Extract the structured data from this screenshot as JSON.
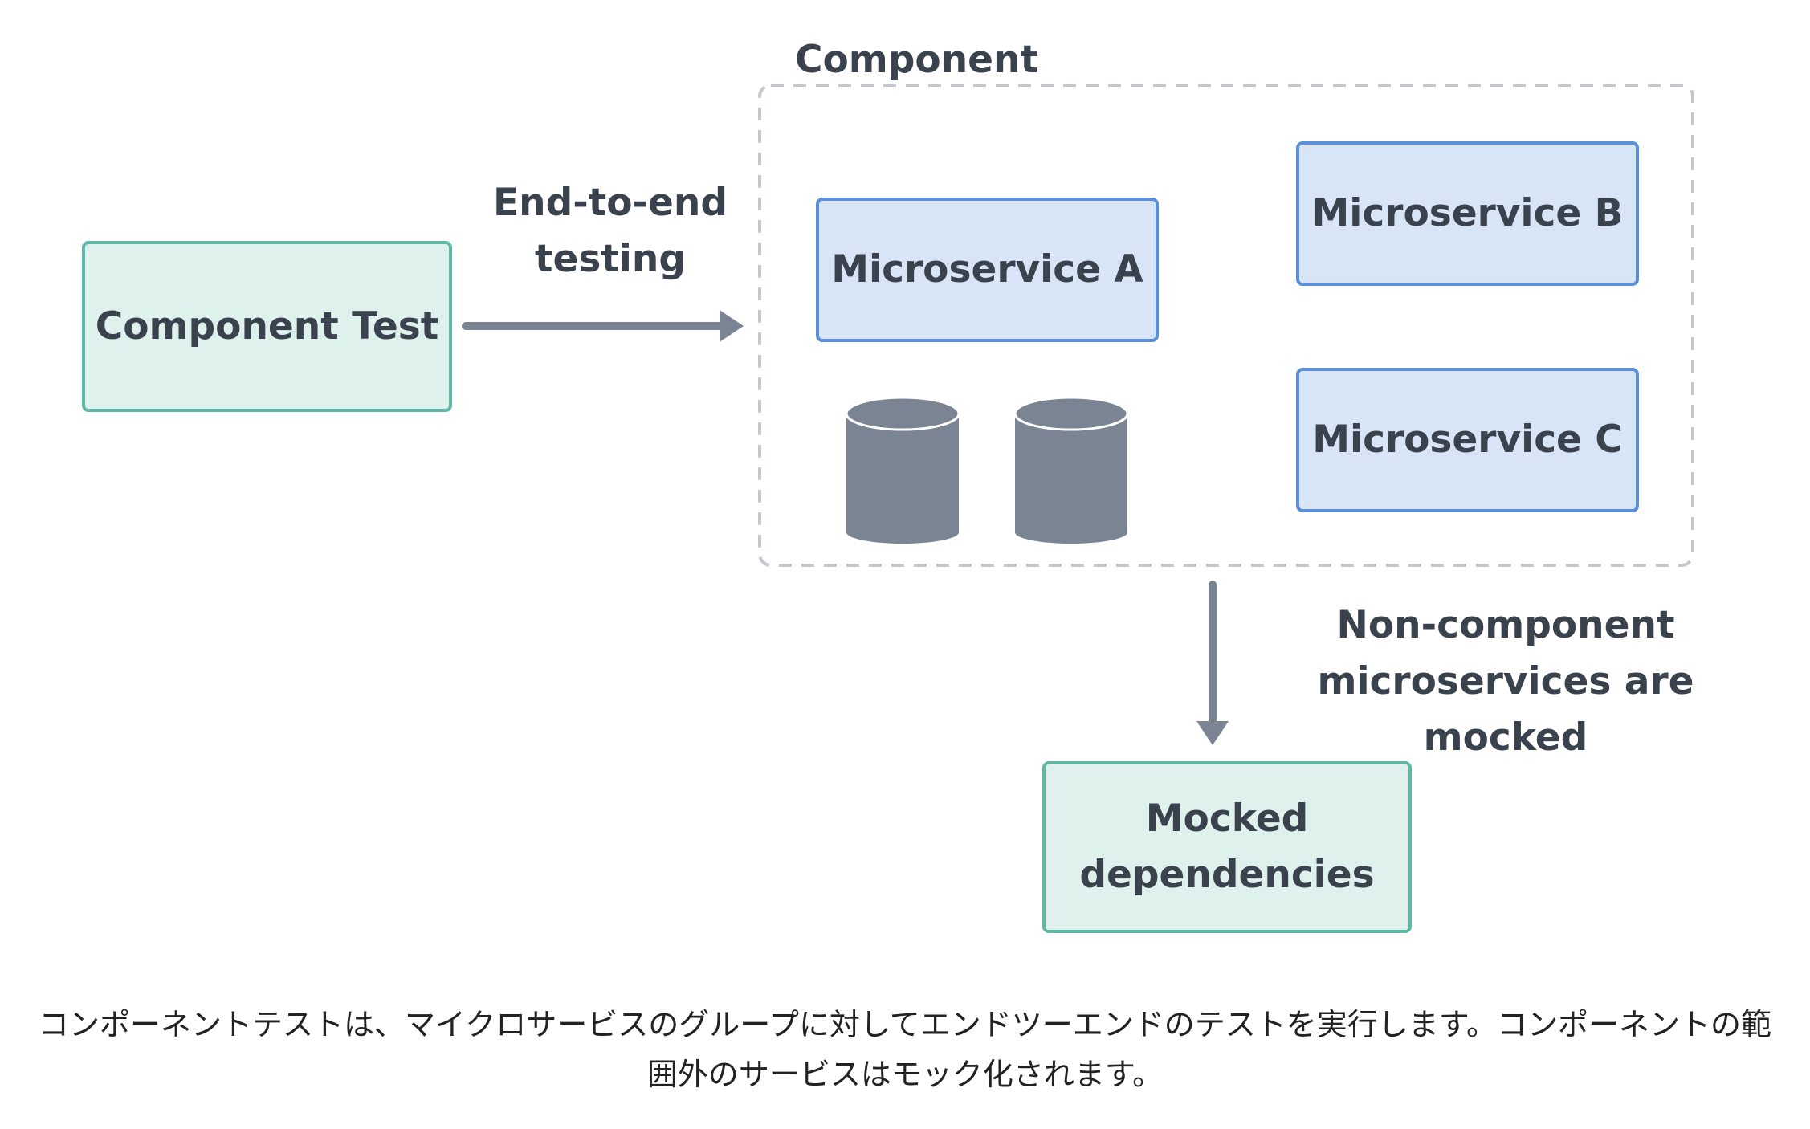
{
  "diagram": {
    "group_label": "Component",
    "component_test": "Component Test",
    "edge_label_line1": "End-to-end",
    "edge_label_line2": "testing",
    "microservice_a": "Microservice A",
    "microservice_b": "Microservice B",
    "microservice_c": "Microservice C",
    "mock_label_line1": "Non-component",
    "mock_label_line2": "microservices are mocked",
    "mocked_line1": "Mocked",
    "mocked_line2": "dependencies"
  },
  "caption": {
    "text": "コンポーネントテストは、マイクロサービスのグループに対してエンドツーエンドのテストを実行します。コンポーネントの範囲外のサービスはモック化されます。"
  },
  "colors": {
    "green_fill": "#dff1ec",
    "green_border": "#5fb8a6",
    "blue_fill": "#d8e5f7",
    "blue_border": "#5b8fd6",
    "arrow": "#7b8492",
    "database": "#7b8492",
    "dashed_border": "#c4c7cc"
  },
  "icons": {
    "database_1": "database-icon",
    "database_2": "database-icon"
  }
}
